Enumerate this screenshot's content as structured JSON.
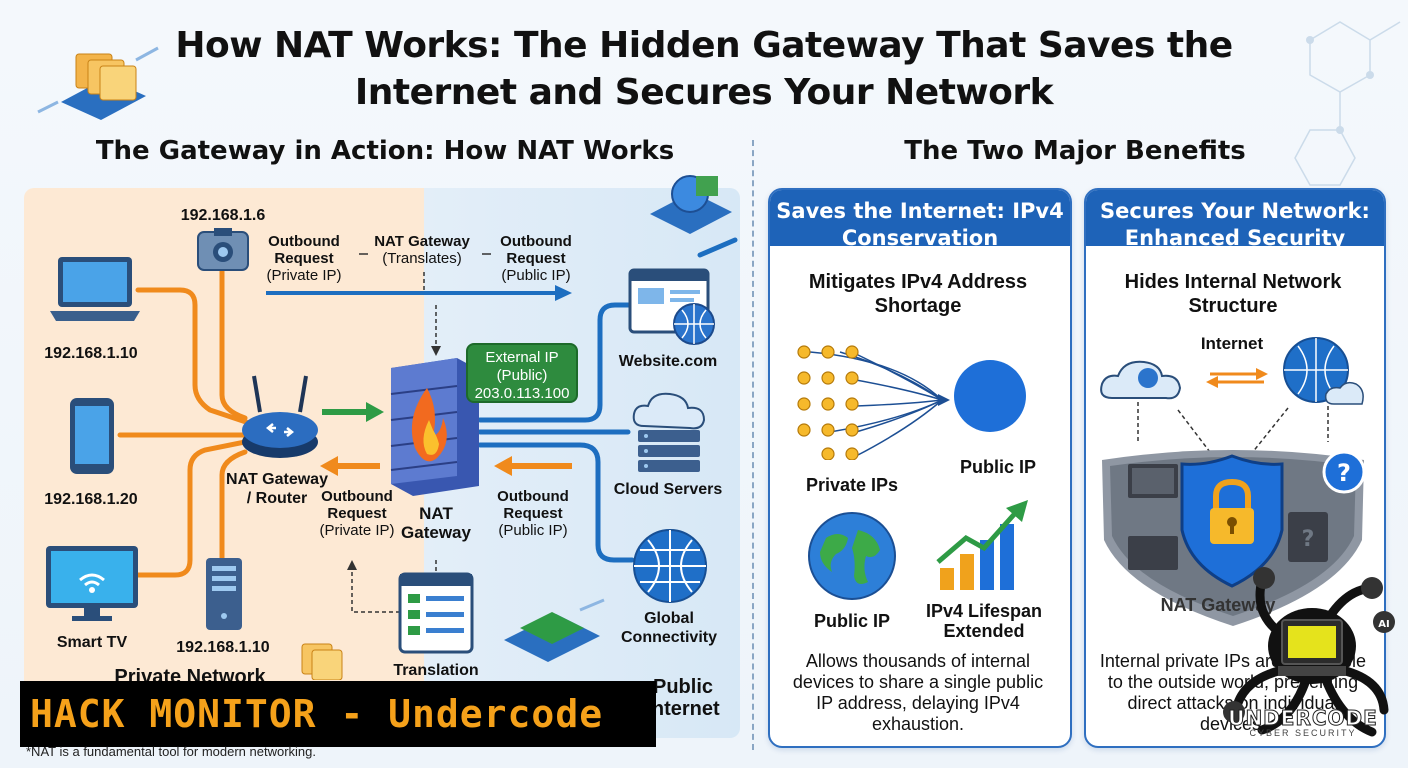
{
  "title_line1": "How NAT Works: The Hidden Gateway That Saves the",
  "title_line2": "Internet and Secures Your Network",
  "left_heading": "The Gateway in Action: How NAT Works",
  "right_heading": "The Two Major Benefits",
  "devices": {
    "camera_ip": "192.168.1.6",
    "laptop_ip": "192.168.1.10",
    "phone_ip": "192.168.1.20",
    "tv_label": "Smart TV",
    "server_ip": "192.168.1.10",
    "private_network_label": "Private Network"
  },
  "flow": {
    "out1_title": "Outbound Request",
    "out1_sub": "(Private IP)",
    "nat_title": "NAT Gateway",
    "nat_sub": "(Translates)",
    "out2_title": "Outbound Request",
    "out2_sub": "(Public IP)",
    "router_label": "NAT Gateway / Router",
    "ret1_title": "Outbound Request",
    "ret1_sub": "(Private IP)",
    "gateway_label": "NAT Gateway",
    "ret2_title": "Outbound Request",
    "ret2_sub": "(Public IP)",
    "translation_label": "Translation",
    "external_ip_title": "External IP",
    "external_ip_sub": "(Public)",
    "external_ip_value": "203.0.113.100"
  },
  "internet": {
    "website_label": "Website.com",
    "cloud_label": "Cloud Servers",
    "global_label": "Global Connectivity",
    "public_internet_label": "Public Internet"
  },
  "card_left": {
    "header": "Saves the Internet: IPv4 Conservation",
    "subtitle": "Mitigates IPv4 Address Shortage",
    "private_ips": "Private IPs",
    "public_ip": "Public IP",
    "public_ip_2": "Public IP",
    "lifespan": "IPv4 Lifespan Extended",
    "body": "Allows thousands of internal devices to share a single public IP address, delaying IPv4 exhaustion."
  },
  "card_right": {
    "header": "Secures Your Network: Enhanced Security",
    "subtitle": "Hides Internal Network Structure",
    "internet_label": "Internet",
    "nat_partial": "NAT Gateway",
    "body": "Internal private IPs are not visible to the outside world, preventing direct attacks on individual devices."
  },
  "banner": "HACK MONITOR - Undercode",
  "watermark": "UNDERCODE",
  "watermark_sub": "CYBER SECURITY",
  "footnote": "*NAT is a fundamental tool for modern networking.",
  "colors": {
    "private_bg": "#fde9d4",
    "public_bg": "#dcecf8",
    "orange": "#f08a1c",
    "blue": "#1d6ec0",
    "green": "#2e9b45",
    "banner_text": "#f5a11a"
  }
}
